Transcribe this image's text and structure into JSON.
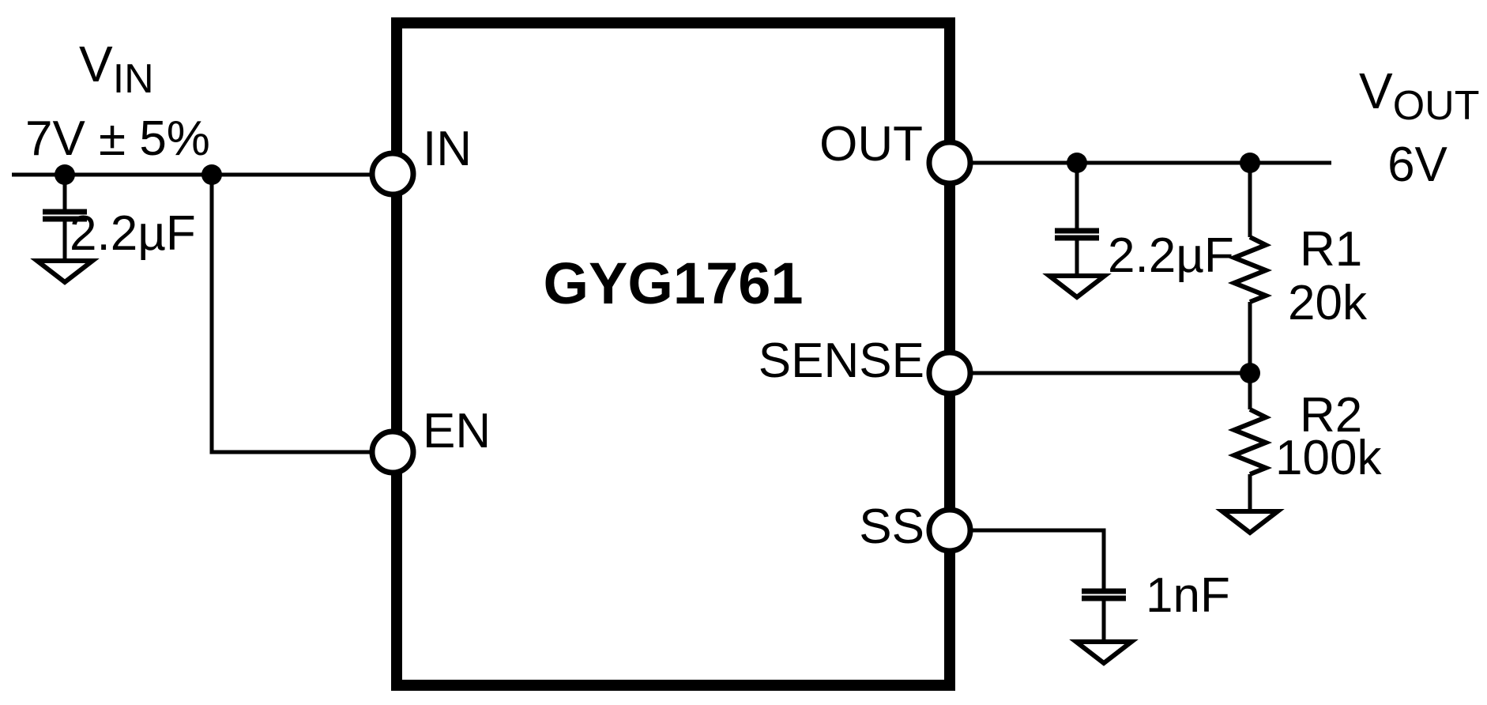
{
  "colors": {
    "line": "#000000",
    "background": "#ffffff"
  },
  "ic": {
    "part_number": "GYG1761",
    "pins": {
      "in": "IN",
      "en": "EN",
      "out": "OUT",
      "sense": "SENSE",
      "ss": "SS"
    }
  },
  "input_rail": {
    "symbol": "V",
    "subscript": "IN",
    "value": "7V ± 5%"
  },
  "input_capacitor": {
    "value": "2.2µF"
  },
  "output_rail": {
    "symbol": "V",
    "subscript": "OUT",
    "value": "6V"
  },
  "output_capacitor": {
    "value": "2.2µF"
  },
  "feedback_divider": {
    "r1": {
      "name": "R1",
      "value": "20k"
    },
    "r2": {
      "name": "R2",
      "value": "100k"
    }
  },
  "soft_start_capacitor": {
    "value": "1nF"
  }
}
